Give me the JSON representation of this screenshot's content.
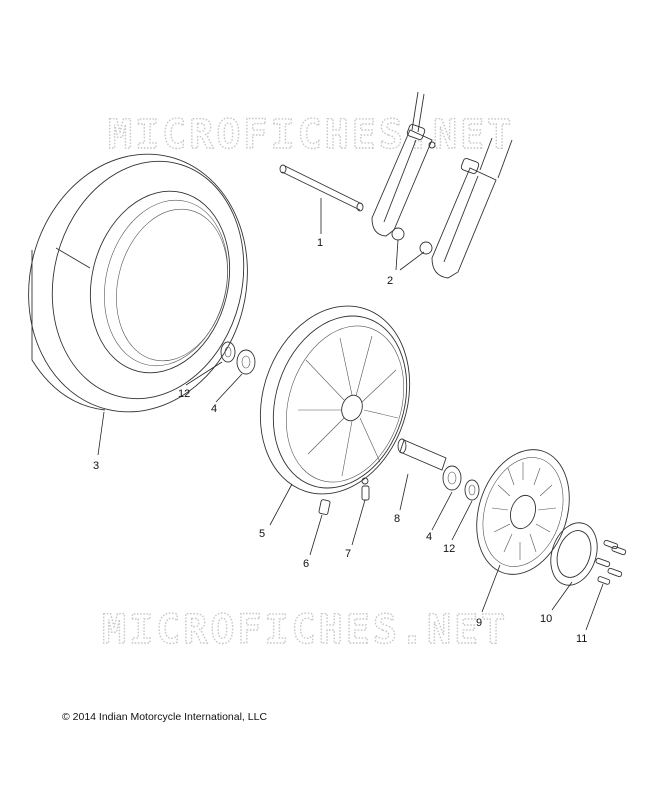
{
  "watermark": "MICROFICHES.NET",
  "copyright": "© 2014 Indian Motorcycle International, LLC",
  "callouts": [
    {
      "id": "1",
      "label": "1"
    },
    {
      "id": "2",
      "label": "2"
    },
    {
      "id": "3",
      "label": "3"
    },
    {
      "id": "4a",
      "label": "4"
    },
    {
      "id": "4b",
      "label": "4"
    },
    {
      "id": "5",
      "label": "5"
    },
    {
      "id": "6",
      "label": "6"
    },
    {
      "id": "7",
      "label": "7"
    },
    {
      "id": "8",
      "label": "8"
    },
    {
      "id": "9",
      "label": "9"
    },
    {
      "id": "10",
      "label": "10"
    },
    {
      "id": "11",
      "label": "11"
    },
    {
      "id": "12a",
      "label": "12"
    },
    {
      "id": "12b",
      "label": "12"
    }
  ]
}
